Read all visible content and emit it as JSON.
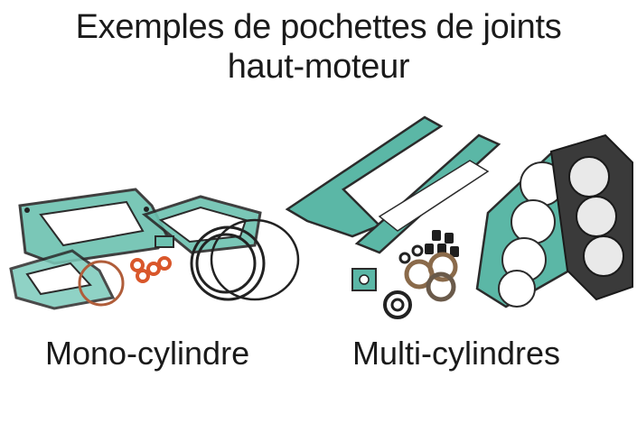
{
  "title": {
    "line1": "Exemples de pochettes de joints",
    "line2": "haut-moteur"
  },
  "captions": {
    "mono": "Mono-cylindre",
    "multi": "Multi-cylindres"
  },
  "colors": {
    "background": "#ffffff",
    "text": "#1a1a1a",
    "gasket_green": "#5bb7a6",
    "gasket_dark": "#2a2a2a",
    "oring_orange": "#d9572b",
    "metal_gasket": "#3a3a3a"
  },
  "illustration": {
    "left_kit": "mono-cylinder-gasket-kit",
    "right_kit": "multi-cylinder-gasket-kit"
  }
}
